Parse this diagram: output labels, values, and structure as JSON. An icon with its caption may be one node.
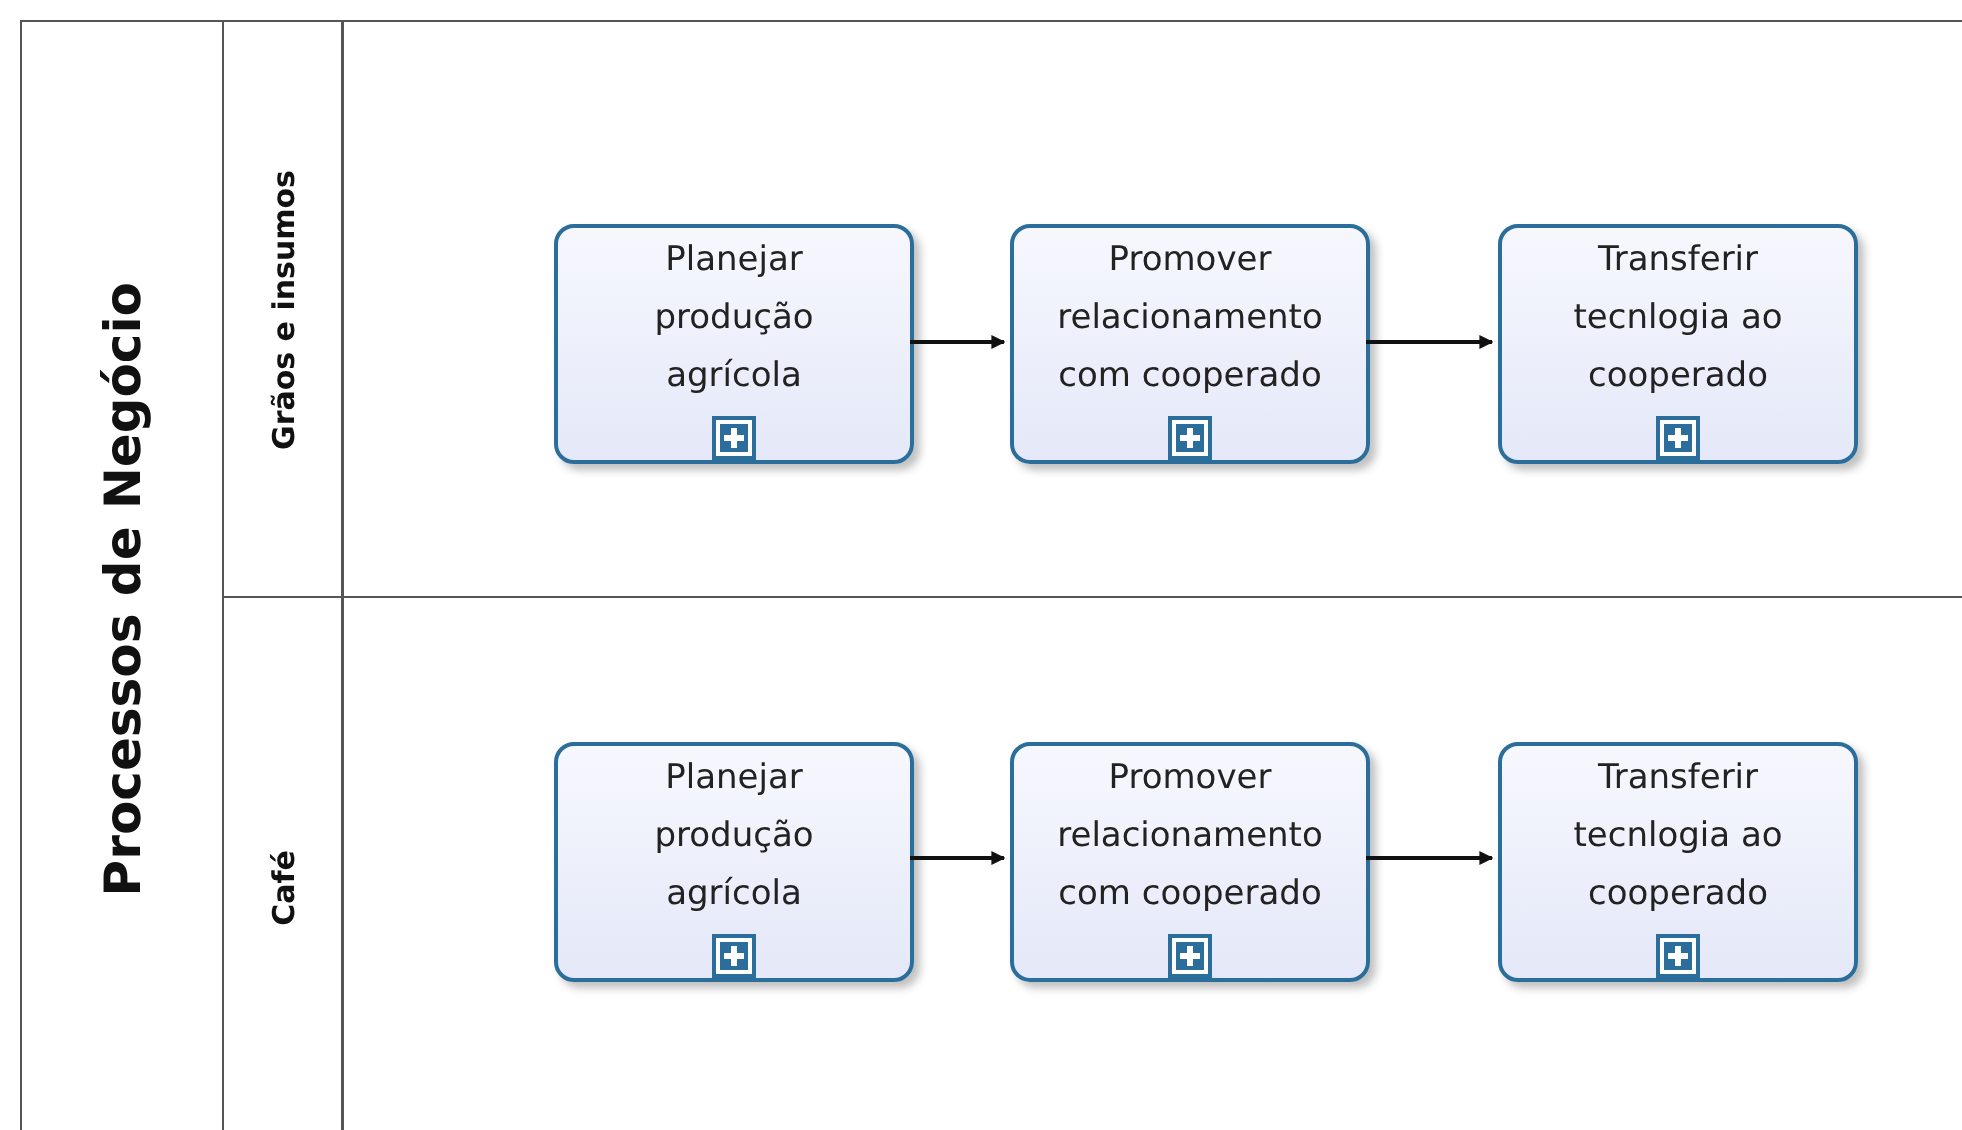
{
  "diagram": {
    "nodes": [
      {
        "text": [
          "Processos de Negócio"
        ]
      },
      {
        "text": [
          "Grãos e insumos"
        ],
        "in": 0
      },
      {
        "text": [
          "Café"
        ],
        "in": 0
      },
      {
        "text": [
          "Planejar produção agrícola"
        ],
        "in": 1
      },
      {
        "text": [
          "Promover relacionamento com cooperado"
        ],
        "in": 1
      },
      {
        "text": [
          "Transferir tecnlogia ao cooperado"
        ],
        "in": 1
      },
      {
        "text": [
          "Planejar produção agrícola"
        ],
        "in": 2
      },
      {
        "text": [
          "Promover relacionamento com cooperado"
        ],
        "in": 2
      },
      {
        "text": [
          "Transferir tecnlogia ao cooperado"
        ],
        "in": 2
      }
    ],
    "edges": [
      {
        "from": 3,
        "to": 4,
        "arrow": "to"
      },
      {
        "from": 4,
        "to": 5,
        "arrow": "to"
      },
      {
        "from": 6,
        "to": 7,
        "arrow": "to"
      },
      {
        "from": 7,
        "to": 8,
        "arrow": "to"
      }
    ]
  }
}
